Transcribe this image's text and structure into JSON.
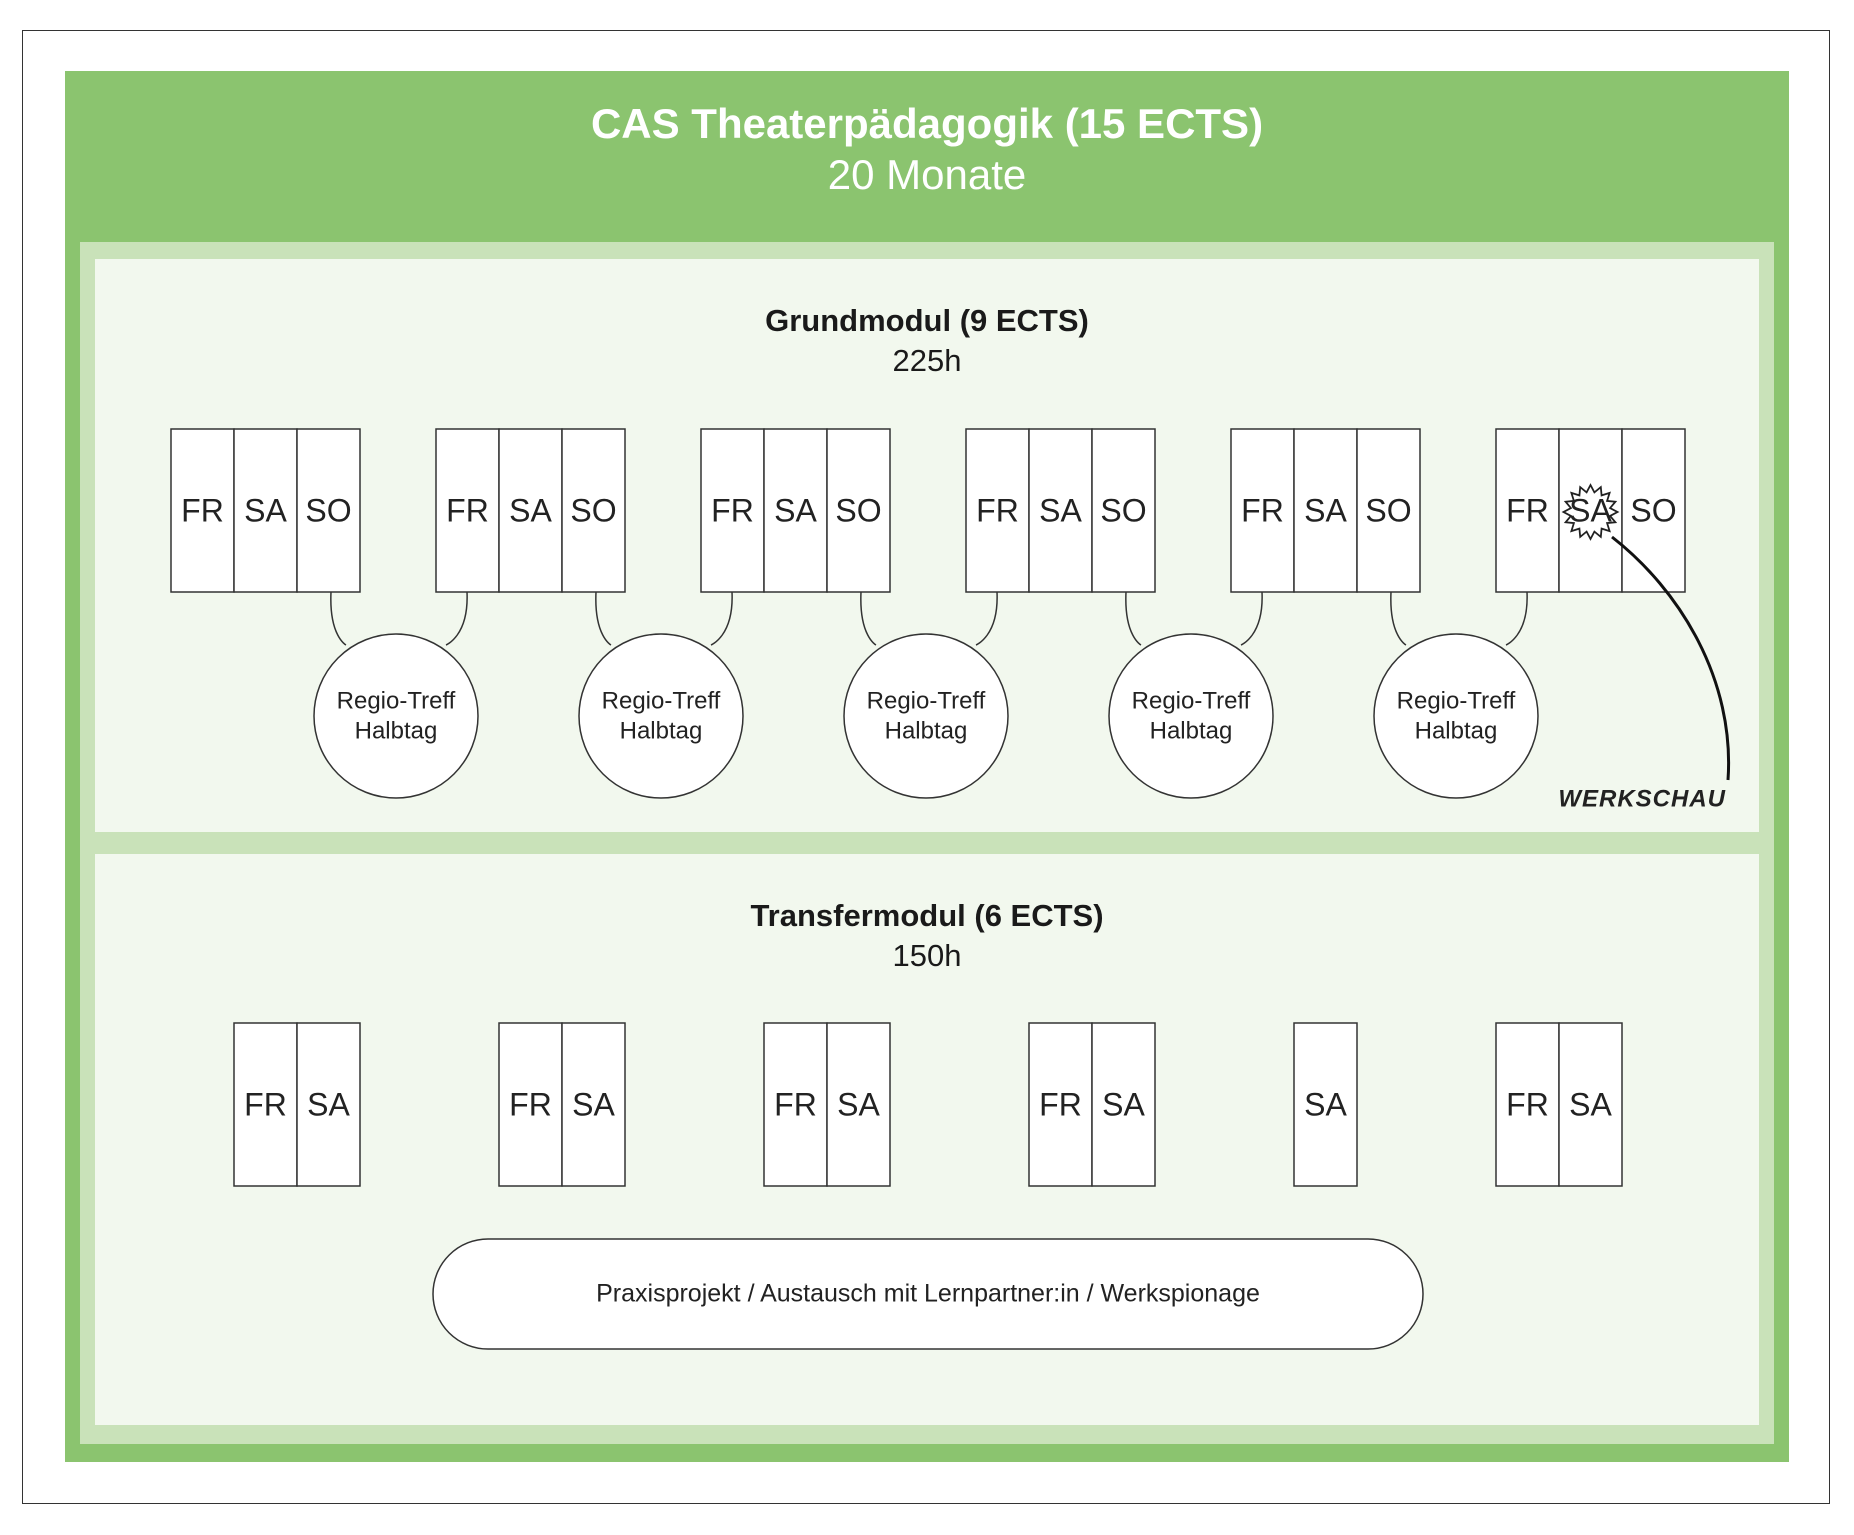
{
  "title": "CAS Theaterpädagogik (15 ECTS)",
  "subtitle": "20 Monate",
  "grundmodul": {
    "title": "Grundmodul (9 ECTS)",
    "hours": "225h",
    "weekends": [
      [
        "FR",
        "SA",
        "SO"
      ],
      [
        "FR",
        "SA",
        "SO"
      ],
      [
        "FR",
        "SA",
        "SO"
      ],
      [
        "FR",
        "SA",
        "SO"
      ],
      [
        "FR",
        "SA",
        "SO"
      ],
      [
        "FR",
        "SA",
        "SO"
      ]
    ],
    "regio_treffs": [
      [
        "Regio-Treff",
        "Halbtag"
      ],
      [
        "Regio-Treff",
        "Halbtag"
      ],
      [
        "Regio-Treff",
        "Halbtag"
      ],
      [
        "Regio-Treff",
        "Halbtag"
      ],
      [
        "Regio-Treff",
        "Halbtag"
      ]
    ],
    "werkschau_label": "WERKSCHAU"
  },
  "transfermodul": {
    "title": "Transfermodul (6 ECTS)",
    "hours": "150h",
    "blocks": [
      [
        "FR",
        "SA"
      ],
      [
        "FR",
        "SA"
      ],
      [
        "FR",
        "SA"
      ],
      [
        "FR",
        "SA"
      ],
      [
        "SA"
      ],
      [
        "FR",
        "SA"
      ]
    ],
    "project_label": "Praxisprojekt / Austausch mit Lernpartner:in / Werkspionage"
  }
}
